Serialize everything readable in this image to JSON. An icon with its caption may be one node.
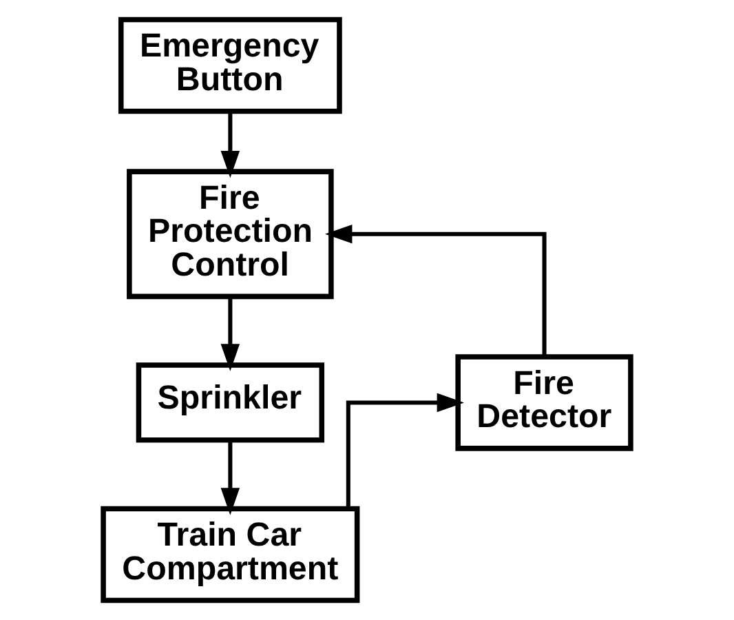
{
  "diagram": {
    "nodes": [
      {
        "text": [
          "Emergency Button"
        ]
      },
      {
        "text": [
          "Fire Protection Control"
        ]
      },
      {
        "text": [
          "Sprinkler"
        ]
      },
      {
        "text": [
          "Train Car Compartment"
        ]
      },
      {
        "text": [
          "Fire Detector"
        ]
      }
    ],
    "edges": [
      {
        "from": 0,
        "to": 1,
        "arrow": "to"
      },
      {
        "from": 1,
        "to": 2,
        "arrow": "to"
      },
      {
        "from": 2,
        "to": 3,
        "arrow": "to"
      },
      {
        "from": 3,
        "to": 4,
        "arrow": "to"
      },
      {
        "from": 4,
        "to": 1,
        "arrow": "to"
      }
    ]
  }
}
